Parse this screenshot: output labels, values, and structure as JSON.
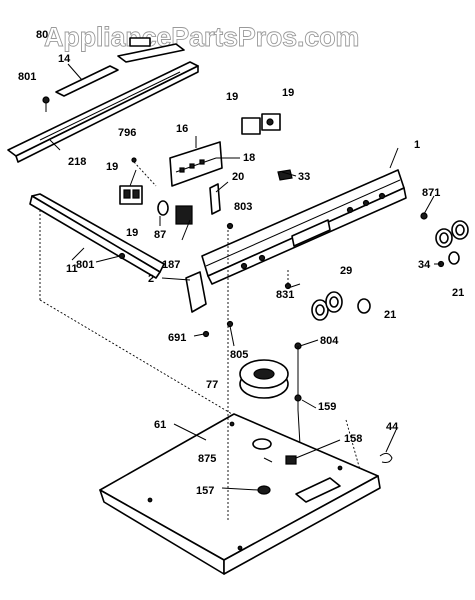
{
  "watermark": "AppliancePartsPros.com",
  "callouts": {
    "p80x": "80",
    "p14": "14",
    "p801a": "801",
    "p218": "218",
    "p796": "796",
    "p19a": "19",
    "p19b": "19",
    "p19c": "19",
    "p19d": "19",
    "p16": "16",
    "p18": "18",
    "p1": "1",
    "p20": "20",
    "p33": "33",
    "p87": "87",
    "p803": "803",
    "p871": "871",
    "p187": "187",
    "p11": "11",
    "p801b": "801",
    "p34": "34",
    "p21a": "21",
    "p29": "29",
    "p2": "2",
    "p21b": "21",
    "p831": "831",
    "p691": "691",
    "p805": "805",
    "p804": "804",
    "p77": "77",
    "p159": "159",
    "p61": "61",
    "p44": "44",
    "p158": "158",
    "p875": "875",
    "p157": "157"
  }
}
